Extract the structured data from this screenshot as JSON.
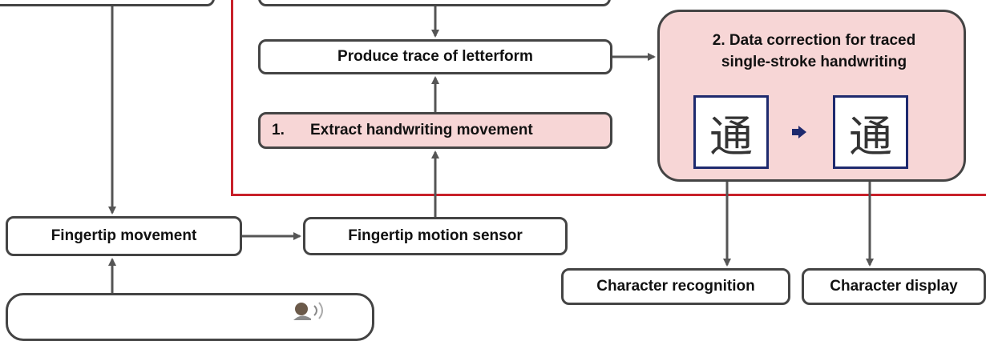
{
  "boxes": {
    "produce_trace": "Produce trace of letterform",
    "extract_number": "1.",
    "extract_label": "Extract handwriting  movement",
    "fingertip_movement": "Fingertip movement",
    "fingertip_sensor": "Fingertip motion sensor",
    "character_recognition": "Character recognition",
    "character_display": "Character display"
  },
  "data_correction": {
    "line1": "2. Data correction for traced",
    "line2": "single-stroke handwriting",
    "glyph_before": "通",
    "glyph_after": "通"
  },
  "colors": {
    "highlight": "#f7d6d6",
    "frame": "#c8202a",
    "border": "#444444",
    "glyph_border": "#1e2a6e",
    "small_arrow": "#1e2a6e"
  }
}
